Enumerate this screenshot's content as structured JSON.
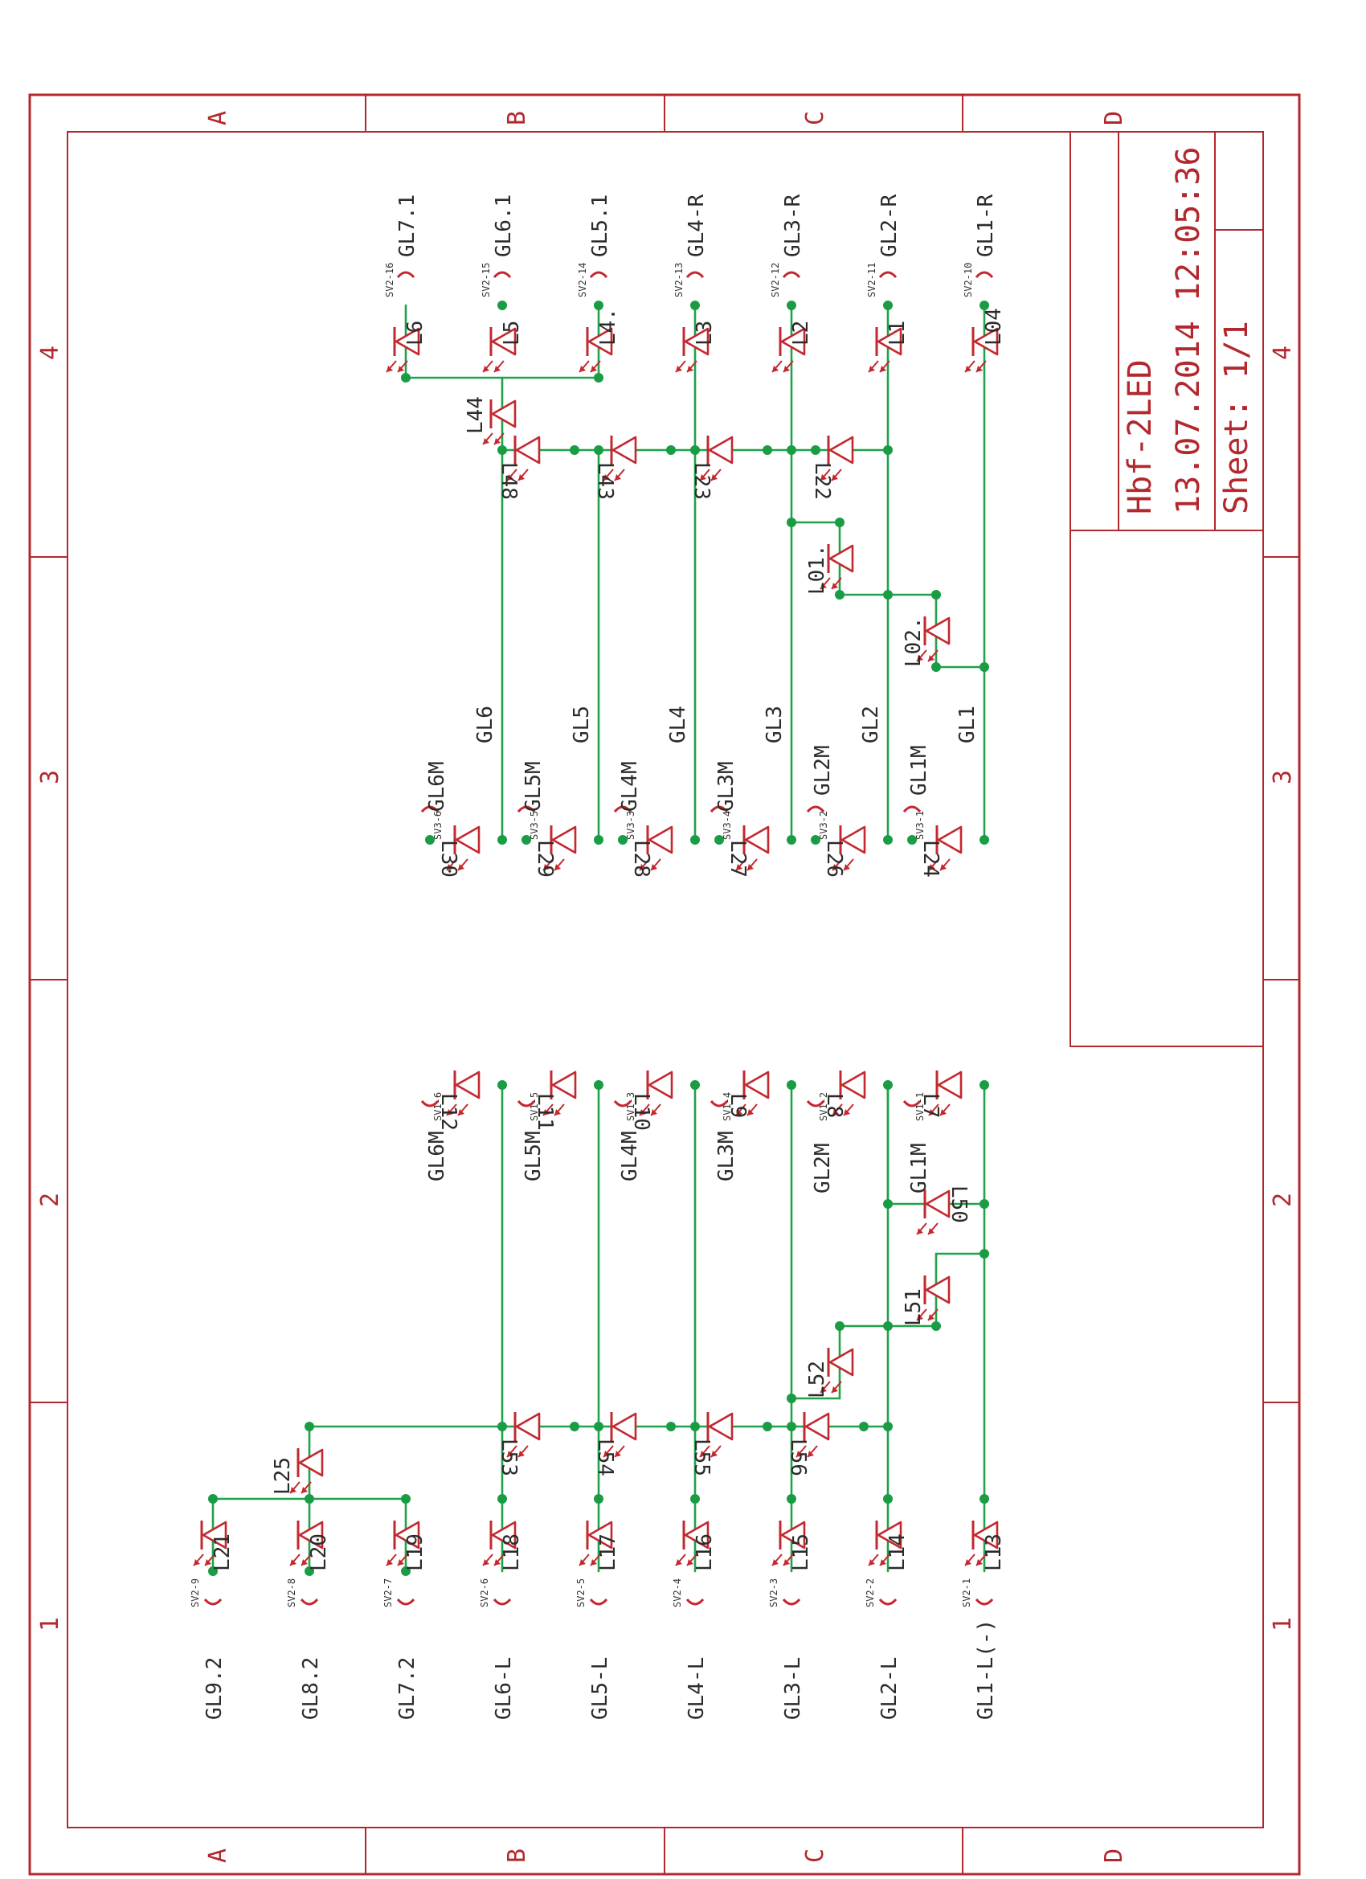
{
  "title_block": {
    "name": "Hbf-2LED",
    "date": "13.07.2014 12:05:36",
    "sheet": "Sheet: 1/1"
  },
  "zones": {
    "left": [
      "A",
      "B",
      "C",
      "D"
    ],
    "bottom": [
      "1",
      "2",
      "3",
      "4"
    ]
  },
  "labels": {
    "gl92": "GL9.2",
    "gl82": "GL8.2",
    "gl72": "GL7.2",
    "gl6l": "GL6-L",
    "gl5l": "GL5-L",
    "gl4l": "GL4-L",
    "gl3l": "GL3-L",
    "gl2l": "GL2-L",
    "gl1l": "GL1-L(-)",
    "gl6m_a": "GL6M",
    "gl5m_a": "GL5M",
    "gl4m_a": "GL4M",
    "gl3m_a": "GL3M",
    "gl2m_a": "GL2M",
    "gl1m_a": "GL1M",
    "gl6m_b": "GL6M",
    "gl5m_b": "GL5M",
    "gl4m_b": "GL4M",
    "gl3m_b": "GL3M",
    "gl2m_b": "GL2M",
    "gl1m_b": "GL1M",
    "gl6": "GL6",
    "gl5": "GL5",
    "gl4": "GL4",
    "gl3": "GL3",
    "gl2": "GL2",
    "gl1": "GL1",
    "gl71": "GL7.1",
    "gl61": "GL6.1",
    "gl51": "GL5.1",
    "gl4r": "GL4-R",
    "gl3r": "GL3-R",
    "gl2r": "GL2-R",
    "gl1r": "GL1-R"
  },
  "leds": {
    "L21": "L21",
    "L20": "L20",
    "L19": "L19",
    "L18": "L18",
    "L17": "L17",
    "L16": "L16",
    "L15": "L15",
    "L14": "L14",
    "L13": "L13",
    "L25": "L25",
    "L53": "L53",
    "L54": "L54",
    "L55": "L55",
    "L56": "L56",
    "L52": "L52",
    "L51": "L51",
    "L50": "L50",
    "L12": "L12",
    "L11": "L11",
    "L10": "L10",
    "L9": "L9",
    "L8": "L8",
    "L7": "L7",
    "L30": "L30",
    "L29": "L29",
    "L28": "L28",
    "L27": "L27",
    "L26": "L26",
    "L24": "L24",
    "L02": "L02.",
    "L01": "L01.",
    "L48": "L48",
    "L43": "L43",
    "L23": "L23",
    "L22": "L22",
    "L44": "L44",
    "L6": "L6",
    "L5": "L5",
    "L4": "L4.",
    "L3": "L3",
    "L2": "L2",
    "L1": "L1",
    "L04": "L04"
  },
  "pins": {
    "sv2_9": "SV2-9",
    "sv2_8": "SV2-8",
    "sv2_7": "SV2-7",
    "sv2_6": "SV2-6",
    "sv2_5": "SV2-5",
    "sv2_4": "SV2-4",
    "sv2_3": "SV2-3",
    "sv2_2": "SV2-2",
    "sv2_1": "SV2-1",
    "sv1_6": "SV1-6",
    "sv1_5": "SV1-5",
    "sv1_3": "SV1-3",
    "sv1_4": "SV1-4",
    "sv1_2": "SV1-2",
    "sv1_1": "SV1-1",
    "sv3_6": "SV3-6",
    "sv3_5": "SV3-5",
    "sv3_3": "SV3-3",
    "sv3_4": "SV3-4",
    "sv3_2": "SV3-2",
    "sv3_1": "SV3-1",
    "sv2_16": "SV2-16",
    "sv2_15": "SV2-15",
    "sv2_14": "SV2-14",
    "sv2_13": "SV2-13",
    "sv2_12": "SV2-12",
    "sv2_11": "SV2-11",
    "sv2_10": "SV2-10"
  },
  "colors": {
    "frame": "#b2282e",
    "wire": "#1fa24a",
    "component": "#c3282e"
  }
}
